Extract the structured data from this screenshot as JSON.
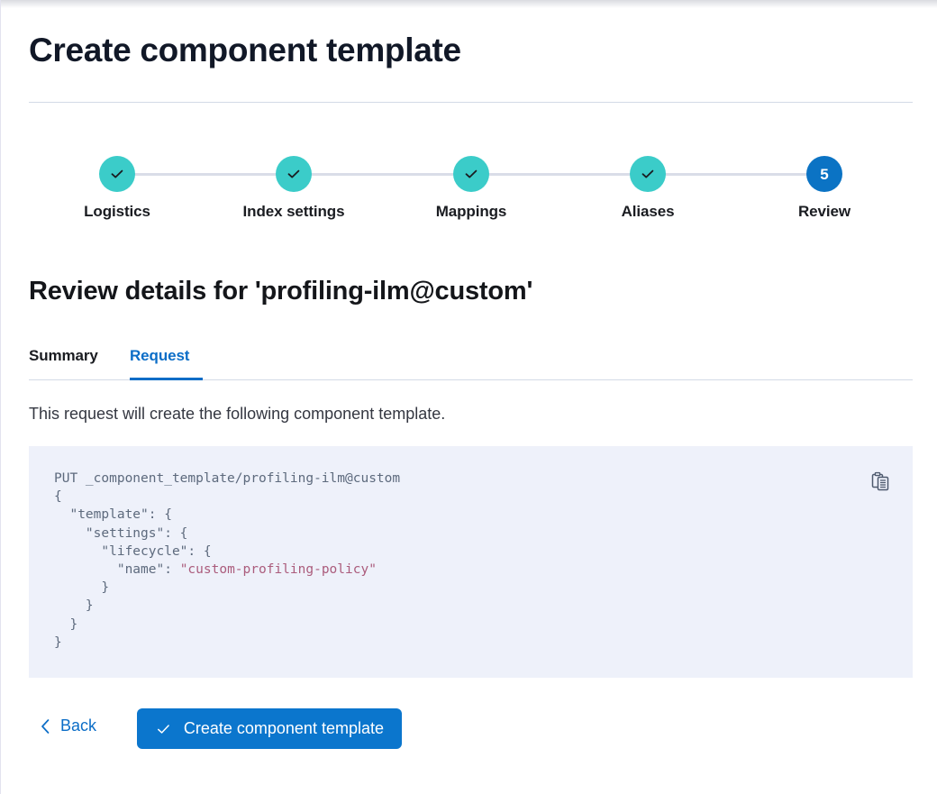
{
  "page": {
    "title": "Create component template"
  },
  "stepper": {
    "steps": [
      {
        "label": "Logistics",
        "state": "done",
        "marker": "check-icon"
      },
      {
        "label": "Index settings",
        "state": "done",
        "marker": "check-icon"
      },
      {
        "label": "Mappings",
        "state": "done",
        "marker": "check-icon"
      },
      {
        "label": "Aliases",
        "state": "done",
        "marker": "check-icon"
      },
      {
        "label": "Review",
        "state": "current",
        "marker": "5"
      }
    ],
    "colors": {
      "done": "#3bccc9",
      "current": "#0b73c4",
      "connector": "#d9dde8"
    }
  },
  "review": {
    "heading": "Review details for 'profiling-ilm@custom'",
    "tabs": [
      {
        "label": "Summary",
        "active": false
      },
      {
        "label": "Request",
        "active": true
      }
    ],
    "accent_color": "#0b6dc7",
    "intro": "This request will create the following component template."
  },
  "code": {
    "line1": "PUT _component_template/profiling-ilm@custom",
    "line2": "{",
    "line3": "  \"template\": {",
    "line4": "    \"settings\": {",
    "line5": "      \"lifecycle\": {",
    "line6_key": "        \"name\": ",
    "line6_value": "\"custom-profiling-policy\"",
    "line7": "      }",
    "line8": "    }",
    "line9": "  }",
    "line10": "}",
    "copy_icon": "copy-clipboard-icon",
    "background": "#eef1fa",
    "string_color": "#ab5c7c"
  },
  "footer": {
    "back_label": "Back",
    "back_icon": "chevron-left-icon",
    "primary_label": "Create component template",
    "primary_icon": "check-icon",
    "primary_color": "#0b76cd"
  }
}
